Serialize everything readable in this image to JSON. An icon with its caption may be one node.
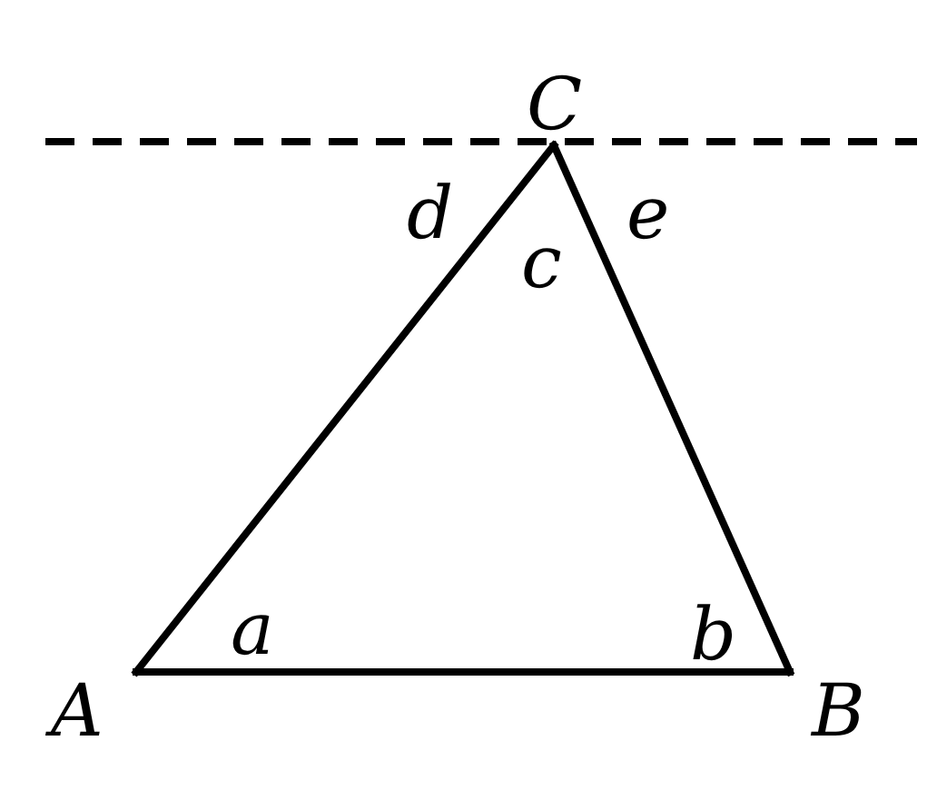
{
  "diagram": {
    "nodes": [
      {
        "text": [
          "C"
        ]
      },
      {
        "text": [
          "A"
        ]
      },
      {
        "text": [
          "B"
        ]
      }
    ],
    "edges": [
      {
        "from": 1,
        "to": 0,
        "arrow": "none"
      },
      {
        "from": 0,
        "to": 2,
        "arrow": "none"
      },
      {
        "from": 1,
        "to": 2,
        "arrow": "none"
      }
    ],
    "labels": [
      "d",
      "e",
      "c",
      "a",
      "b"
    ]
  }
}
